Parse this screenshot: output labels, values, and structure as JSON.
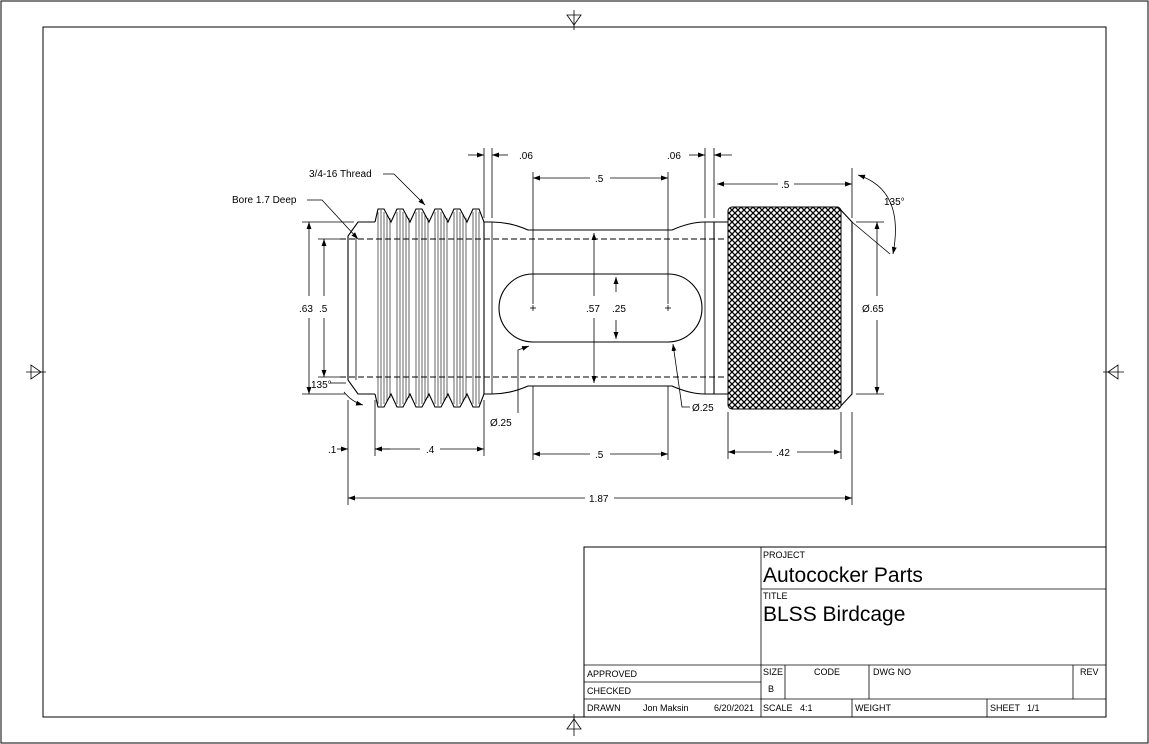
{
  "dimensions": {
    "thread_note": "3/4-16 Thread",
    "bore_note": "Bore 1.7 Deep",
    "d_06_left": ".06",
    "d_06_right": ".06",
    "d_5_top_slot": ".5",
    "d_5_top_knurl": ".5",
    "angle_135_top": "135°",
    "angle_135_left": "135°",
    "d_63": ".63",
    "d_5_bore": ".5",
    "d_57": ".57",
    "d_25_slot": ".25",
    "dia_65": "Ø.65",
    "dia_25_left": "Ø.25",
    "dia_25_right": "Ø.25",
    "d_1": ".1",
    "d_4": ".4",
    "d_5_bottom": ".5",
    "d_42": ".42",
    "d_187": "1.87"
  },
  "title_block": {
    "project_label": "PROJECT",
    "project": "Autococker Parts",
    "title_label": "TITLE",
    "title": "BLSS Birdcage",
    "approved_label": "APPROVED",
    "checked_label": "CHECKED",
    "drawn_label": "DRAWN",
    "drawn_by": "Jon Maksin",
    "drawn_date": "6/20/2021",
    "size_label": "SIZE",
    "size": "B",
    "code_label": "CODE",
    "dwg_no_label": "DWG NO",
    "rev_label": "REV",
    "scale_label": "SCALE",
    "scale": "4:1",
    "weight_label": "WEIGHT",
    "sheet_label": "SHEET",
    "sheet": "1/1"
  }
}
